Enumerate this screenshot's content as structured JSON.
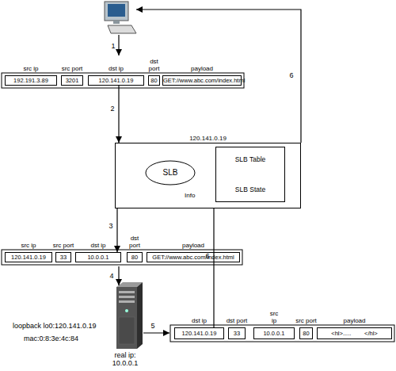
{
  "diagram": {
    "nodes": [
      {
        "text": [
          "src ip",
          "192.191.3.89"
        ]
      },
      {
        "text": [
          "src port",
          "3201"
        ]
      },
      {
        "text": [
          "dst ip",
          "120.141.0.19"
        ]
      },
      {
        "text": [
          "dst port",
          "80"
        ]
      },
      {
        "text": [
          "payload",
          "GET://www.abc.com/index.html"
        ]
      },
      {
        "text": [
          "120.141.0.19",
          "Info"
        ]
      },
      {
        "text": [
          "SLB"
        ],
        "in": 5
      },
      {
        "text": [
          "SLB Table",
          "SLB State"
        ],
        "in": 5
      },
      {
        "text": [
          "src ip",
          "120.141.0.19"
        ]
      },
      {
        "text": [
          "src port",
          "33"
        ]
      },
      {
        "text": [
          "dst ip",
          "10.0.0.1"
        ]
      },
      {
        "text": [
          "dst port",
          "80"
        ]
      },
      {
        "text": [
          "payload",
          "GET://www.abc.com/index.html"
        ]
      },
      {
        "text": [
          "dst ip",
          "120.141.0.19"
        ]
      },
      {
        "text": [
          "dst port",
          "33"
        ]
      },
      {
        "text": [
          "src ip",
          "10.0.0.1"
        ]
      },
      {
        "text": [
          "src port",
          "80"
        ]
      },
      {
        "text": [
          "payload",
          "<hl>.....        </hl>"
        ]
      }
    ],
    "edges": [
      {
        "from": 2,
        "to": 5,
        "arrow": "to",
        "label": "2"
      },
      {
        "from": 5,
        "to": 10,
        "arrow": "to",
        "label": "3"
      },
      {
        "from": 13,
        "to": 5,
        "arrow": "none",
        "label": "6"
      }
    ],
    "labels": [
      "1",
      "6",
      "4",
      "loopback lo0:120.141.0.19",
      "mac:0:8:3e:4c:84",
      "5",
      "real ip: 10.0.0.1"
    ]
  }
}
